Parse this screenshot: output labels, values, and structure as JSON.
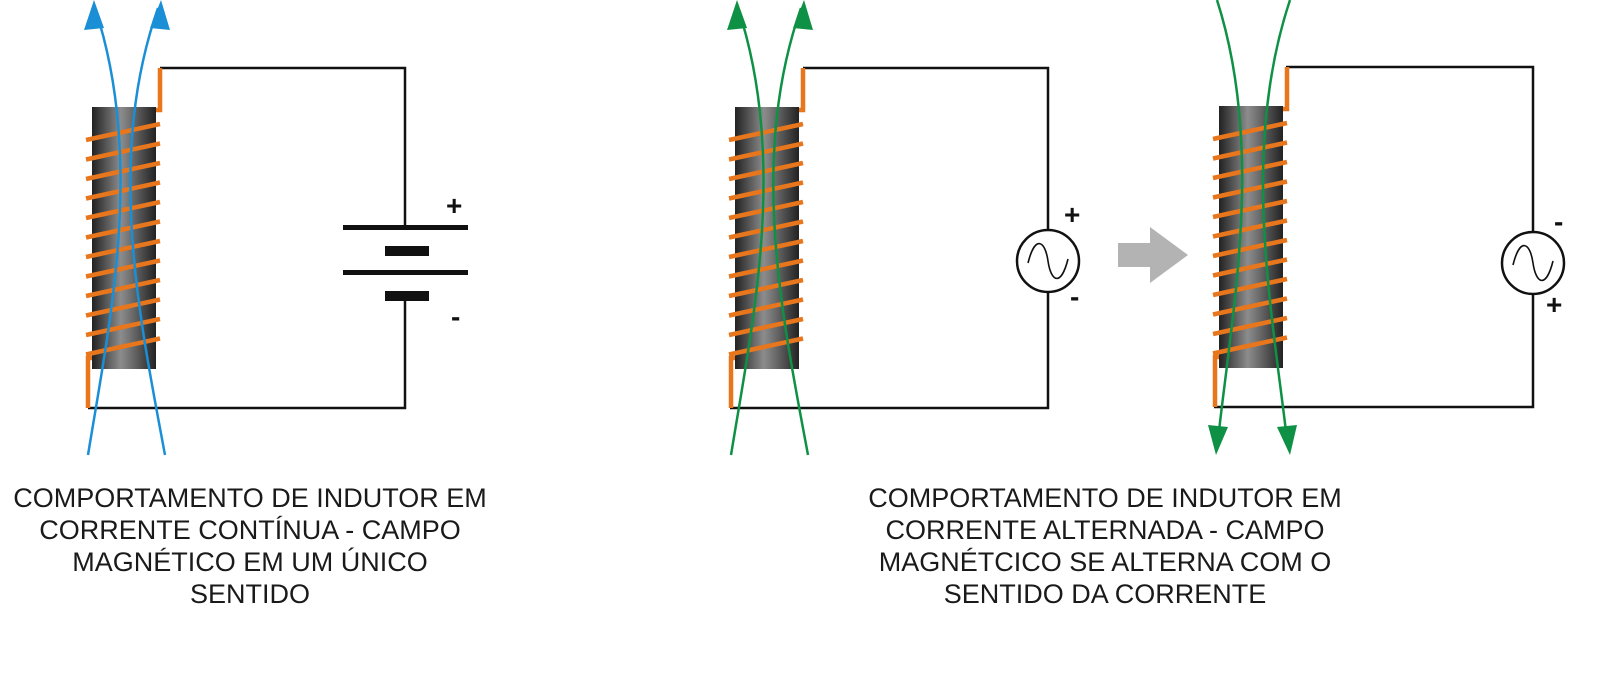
{
  "captions": {
    "dc": [
      "COMPORTAMENTO DE INDUTOR EM",
      "CORRENTE CONTÍNUA - CAMPO",
      "MAGNÉTICO EM UM ÚNICO",
      "SENTIDO"
    ],
    "ac": [
      "COMPORTAMENTO DE INDUTOR EM",
      "CORRENTE ALTERNADA - CAMPO",
      "MAGNÉTCICO SE ALTERNA COM O",
      "SENTIDO DA CORRENTE"
    ]
  },
  "polarity": {
    "battery_top": "+",
    "battery_bottom": "-",
    "ac1_top": "+",
    "ac1_bottom": "-",
    "ac2_top": "-",
    "ac2_bottom": "+"
  },
  "colors": {
    "coil": "#e8761c",
    "core_dark": "#2a2a2a",
    "core_light": "#8a8a8a",
    "field_dc": "#1a8fd6",
    "field_ac": "#0e9145",
    "wire": "#111111",
    "transition_arrow": "#b3b3b3"
  }
}
